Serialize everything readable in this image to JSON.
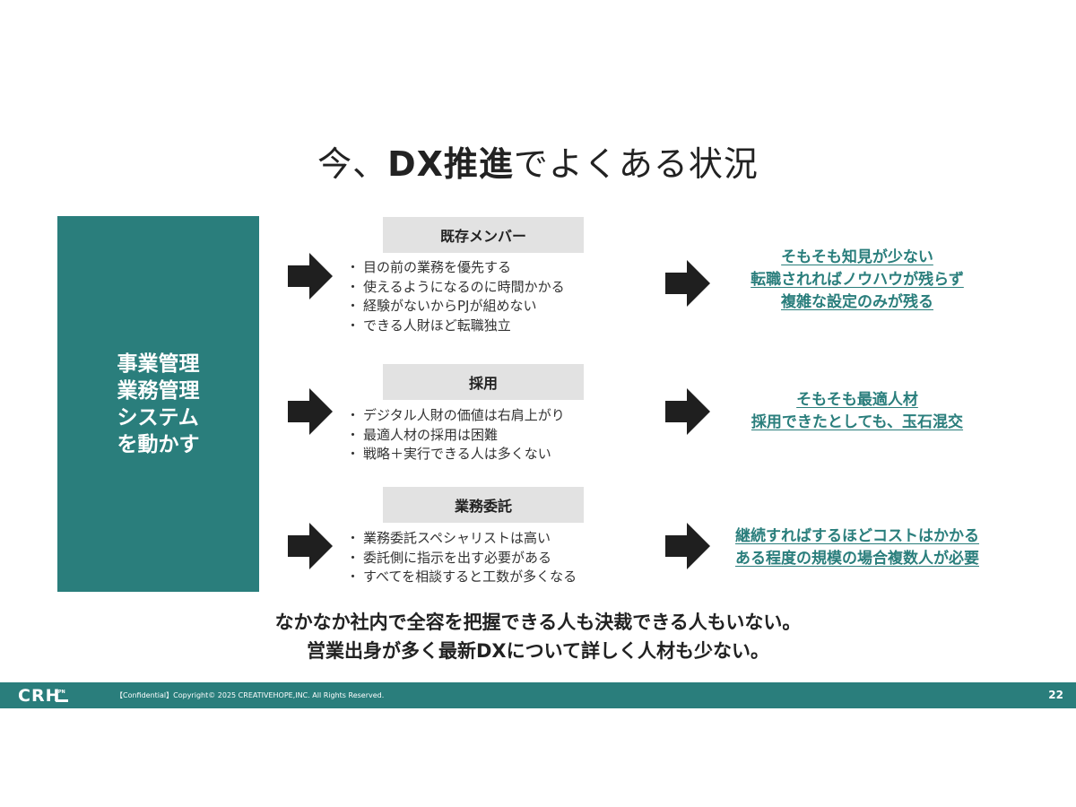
{
  "title": {
    "pre": "今、",
    "bold": "DX推進",
    "post": "でよくある状況"
  },
  "left_box": {
    "lines": [
      "事業管理",
      "業務管理",
      "システム",
      "を動かす"
    ]
  },
  "sections": [
    {
      "header": "既存メンバー",
      "bullets": [
        "目の前の業務を優先する",
        "使えるようになるのに時間かかる",
        "経験がないからPJが組めない",
        "できる人財ほど転職独立"
      ],
      "results": [
        "そもそも知見が少ない",
        "転職されればノウハウが残らず",
        "複雑な設定のみが残る"
      ]
    },
    {
      "header": "採用",
      "bullets": [
        "デジタル人財の価値は右肩上がり",
        "最適人材の採用は困難",
        "戦略＋実行できる人は多くない"
      ],
      "results": [
        "そもそも最適人材",
        "採用できたとしても、玉石混交"
      ]
    },
    {
      "header": "業務委託",
      "bullets": [
        "業務委託スペシャリストは高い",
        "委託側に指示を出す必要がある",
        "すべてを相談すると工数が多くなる"
      ],
      "results": [
        "継続すればするほどコストはかかる",
        "ある程度の規模の場合複数人が必要"
      ]
    }
  ],
  "conclusion": [
    "なかなか社内で全容を把握できる人も決裁できる人もいない。",
    "営業出身が多く最新DXについて詳しく人材も少ない。"
  ],
  "footer": {
    "logo": "CRH",
    "logo_sub": "JPN",
    "copyright": "【Confidential】Copyright© 2025 CREATIVEHOPE,INC. All Rights Reserved.",
    "page_number": "22"
  },
  "colors": {
    "accent": "#2a7e7c",
    "header_bg": "#e2e2e2",
    "arrow": "#1f1f1f"
  },
  "icons": {
    "arrow": "right-arrow-icon"
  }
}
